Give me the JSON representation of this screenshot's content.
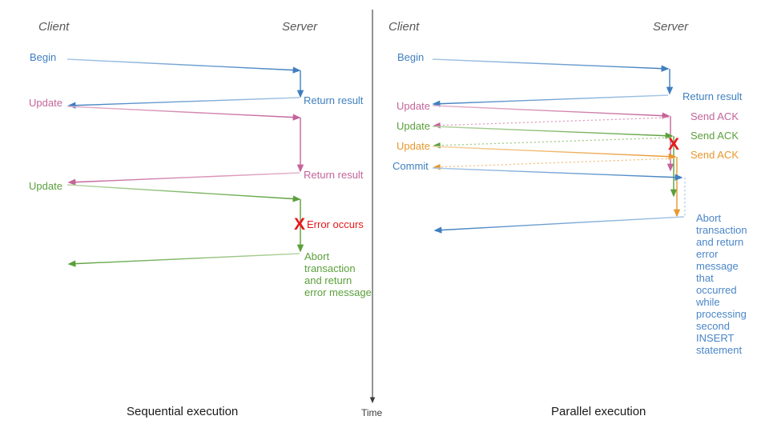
{
  "meta": {
    "title": "Sequential vs Parallel transaction execution sequence diagram",
    "background": "#ffffff"
  },
  "colors": {
    "blue": "#3f7fbf",
    "blue_light": "#a8c8e8",
    "pink": "#c4649a",
    "pink_light": "#e0a7c4",
    "green": "#5ba03c",
    "green_light": "#a8cf92",
    "orange": "#e8972e",
    "orange_light": "#f3c58a",
    "red": "#e8171b",
    "axis": "#3b3b3b",
    "actor_text": "#595959",
    "caption_text": "#1a1a1a"
  },
  "left_panel": {
    "name": "sequential-execution",
    "caption": "Sequential execution",
    "actors": {
      "client": "Client",
      "server": "Server"
    },
    "client_messages": [
      {
        "label": "Begin",
        "color": "blue"
      },
      {
        "label": "Update",
        "color": "pink"
      },
      {
        "label": "Update",
        "color": "green"
      }
    ],
    "server_messages": [
      {
        "label": "Return result",
        "color": "blue"
      },
      {
        "label": "Return result",
        "color": "pink"
      }
    ],
    "error": {
      "marker": "X",
      "label": "Error occurs",
      "color": "red"
    },
    "abort_note": {
      "label": "Abort transaction and return error message",
      "color": "green"
    }
  },
  "right_panel": {
    "name": "parallel-execution",
    "caption": "Parallel execution",
    "actors": {
      "client": "Client",
      "server": "Server"
    },
    "client_messages": [
      {
        "label": "Begin",
        "color": "blue"
      },
      {
        "label": "Update",
        "color": "pink"
      },
      {
        "label": "Update",
        "color": "green"
      },
      {
        "label": "Update",
        "color": "orange"
      },
      {
        "label": "Commit",
        "color": "blue"
      }
    ],
    "server_messages": [
      {
        "label": "Return result",
        "color": "blue"
      },
      {
        "label": "Send ACK",
        "color": "pink"
      },
      {
        "label": "Send ACK",
        "color": "green"
      },
      {
        "label": "Send ACK",
        "color": "orange"
      }
    ],
    "error": {
      "marker": "X",
      "color": "red"
    },
    "abort_note": {
      "label": "Abort transaction and return error message that occurred while processing second INSERT statement",
      "color": "blue"
    }
  },
  "time_axis": {
    "label": "Time",
    "color": "#3b3b3b"
  }
}
